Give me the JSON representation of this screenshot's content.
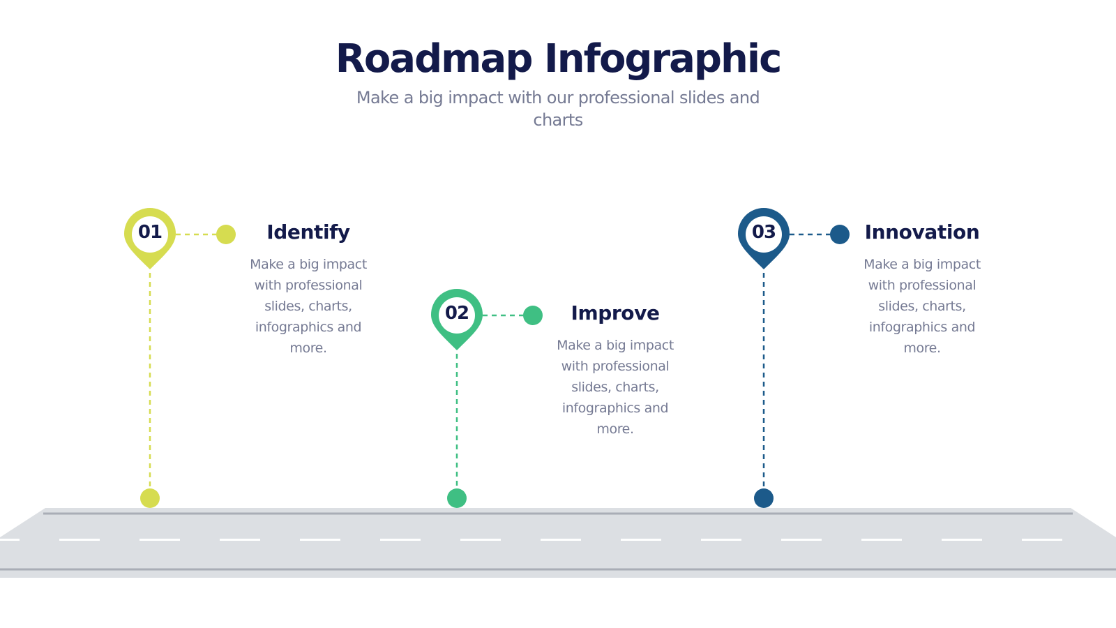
{
  "header": {
    "title": "Roadmap Infographic",
    "subtitle": "Make a big impact with our professional slides and charts"
  },
  "steps": [
    {
      "number": "01",
      "title": "Identify",
      "description": "Make a big impact with professional slides, charts, infographics and more.",
      "color": "#d6dc50"
    },
    {
      "number": "02",
      "title": "Improve",
      "description": "Make a big impact with professional slides, charts, infographics and more.",
      "color": "#3fbf83"
    },
    {
      "number": "03",
      "title": "Innovation",
      "description": "Make a big impact with professional slides, charts, infographics and more.",
      "color": "#1c5a8a"
    }
  ],
  "colors": {
    "title": "#131a4a",
    "text": "#757a93",
    "road": "#dcdfe3",
    "road_edge": "#a9adb6",
    "lane_marking": "#ffffff"
  },
  "icons": {
    "milestone_marker": "map-pin-icon",
    "road": "road-icon"
  }
}
